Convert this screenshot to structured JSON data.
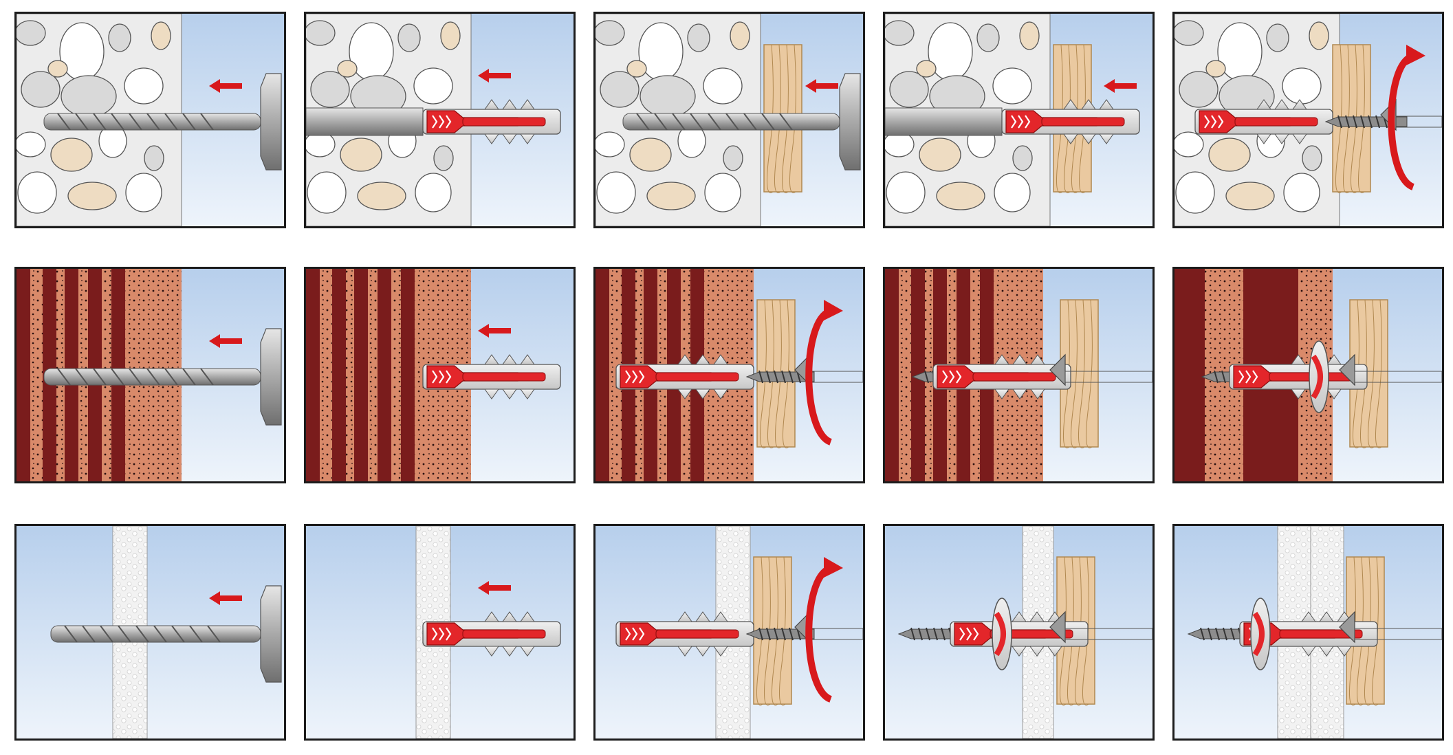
{
  "colors": {
    "concrete": "#ececec",
    "pebble_stroke": "#555555",
    "pebble_white": "#ffffff",
    "pebble_grey": "#d9d9d9",
    "pebble_tan": "#eedcc2",
    "brick": "#d98a6a",
    "brick_dark": "#7a1c1c",
    "wood": "#eac9a0",
    "wood_line": "#b08850",
    "plasterboard": "#f2f2f2",
    "sky_top": "#b7cfec",
    "sky_bottom": "#eef4fb",
    "anchor_red": "#e3262a",
    "anchor_grey": "#c7c7c7",
    "steel": "#a9a9a9",
    "arrow": "#d8191c"
  },
  "rows": [
    {
      "material": "concrete",
      "panels": [
        {
          "step": "drill",
          "icon": "drill-bit-icon",
          "arrow": "insert-arrow-icon"
        },
        {
          "step": "insert-dowel",
          "icon": "wall-plug-icon",
          "arrow": "insert-arrow-icon"
        },
        {
          "step": "drill-through-fixture",
          "icon": "drill-bit-icon",
          "arrow": "insert-arrow-icon"
        },
        {
          "step": "insert-through-fixture",
          "icon": "wall-plug-icon",
          "arrow": "insert-arrow-icon"
        },
        {
          "step": "screw-in",
          "icon": "screw-icon",
          "arrow": "rotate-arrow-icon"
        }
      ]
    },
    {
      "material": "perforated-brick",
      "panels": [
        {
          "step": "drill",
          "icon": "drill-bit-icon",
          "arrow": "insert-arrow-icon"
        },
        {
          "step": "insert-dowel",
          "icon": "wall-plug-icon",
          "arrow": "insert-arrow-icon"
        },
        {
          "step": "screw-in",
          "icon": "screw-icon",
          "arrow": "rotate-arrow-icon"
        },
        {
          "step": "expanded-in-brick",
          "icon": "wall-plug-icon",
          "arrow": ""
        },
        {
          "step": "knotted-in-cavity",
          "icon": "wall-plug-icon",
          "arrow": ""
        }
      ]
    },
    {
      "material": "plasterboard",
      "panels": [
        {
          "step": "drill",
          "icon": "drill-bit-icon",
          "arrow": "insert-arrow-icon"
        },
        {
          "step": "insert-dowel",
          "icon": "wall-plug-icon",
          "arrow": "insert-arrow-icon"
        },
        {
          "step": "screw-in",
          "icon": "screw-icon",
          "arrow": "rotate-arrow-icon"
        },
        {
          "step": "knotted-behind-board",
          "icon": "wall-plug-icon",
          "arrow": ""
        },
        {
          "step": "knotted-behind-double-board",
          "icon": "wall-plug-icon",
          "arrow": ""
        }
      ]
    }
  ]
}
